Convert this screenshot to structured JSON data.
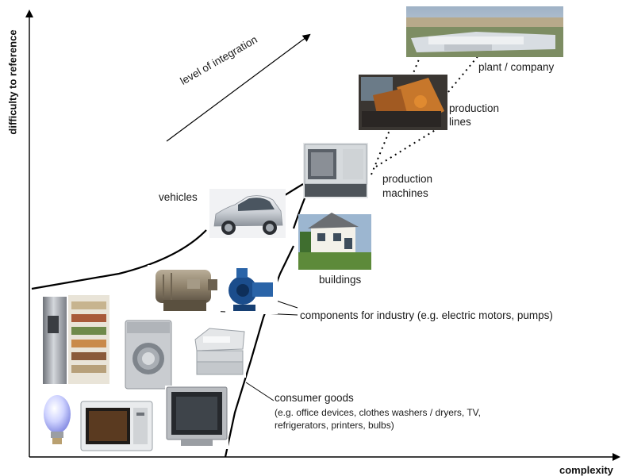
{
  "axes": {
    "y_label": "difficulty to reference",
    "x_label": "complexity"
  },
  "arrow_label": "level of integration",
  "labels": {
    "plant": "plant / company",
    "production_lines_1": "production",
    "production_lines_2": "lines",
    "production_machines_1": "production",
    "production_machines_2": "machines",
    "vehicles": "vehicles",
    "buildings": "buildings",
    "components": "components for industry (e.g. electric motors, pumps)",
    "consumer_title": "consumer goods",
    "consumer_line1": "(e.g. office devices, clothes washers / dryers, TV,",
    "consumer_line2": "refrigerators, printers, bulbs)"
  },
  "images": [
    {
      "name": "plant-aerial-photo"
    },
    {
      "name": "production-line-photo"
    },
    {
      "name": "production-machine-photo"
    },
    {
      "name": "vehicle-car-photo"
    },
    {
      "name": "building-house-photo"
    },
    {
      "name": "electric-motor-photo"
    },
    {
      "name": "pump-photo"
    },
    {
      "name": "refrigerator-photo"
    },
    {
      "name": "washing-machine-photo"
    },
    {
      "name": "printer-photo"
    },
    {
      "name": "light-bulb-photo"
    },
    {
      "name": "microwave-photo"
    },
    {
      "name": "television-photo"
    }
  ]
}
